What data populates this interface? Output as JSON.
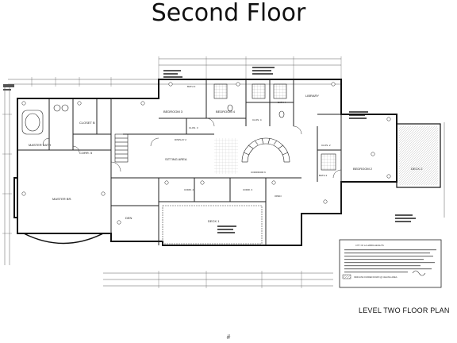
{
  "slide": {
    "title": "Second Floor",
    "page_number": "#"
  },
  "plan": {
    "caption": "LEVEL TWO FLOOR PLAN",
    "rooms": {
      "closet_b": "CLOSET B",
      "master_bath": "MASTER BATH",
      "corr_5": "CORR. 5",
      "master_br": "MASTER BR.",
      "bedroom_3": "BEDROOM 3",
      "bedroom_4": "BEDROOM 4",
      "bath_3": "BATH 3",
      "bath_4": "BATH 4",
      "clos_3": "CLOS. 3",
      "clos_4": "CLOS. 4",
      "clos_2": "CLOS. 2",
      "display_2": "DISPLAY 2",
      "sitting_area": "SITTING AREA",
      "library": "LIBRARY",
      "corridor_6": "CORRIDOR 6",
      "bedroom_2": "BEDROOM 2",
      "deck_2": "DECK 2",
      "den": "DEN",
      "corr_4": "CORR. 4",
      "corr_3": "CORR. 3",
      "open": "OPEN",
      "deck_1": "DECK 1",
      "bath_2": "BATH 2"
    },
    "legend": {
      "heading": "CITY OF LA HABRA HEIGHTS",
      "note": "INDICATE FURRED DOWN @ CEILING AREA"
    }
  }
}
